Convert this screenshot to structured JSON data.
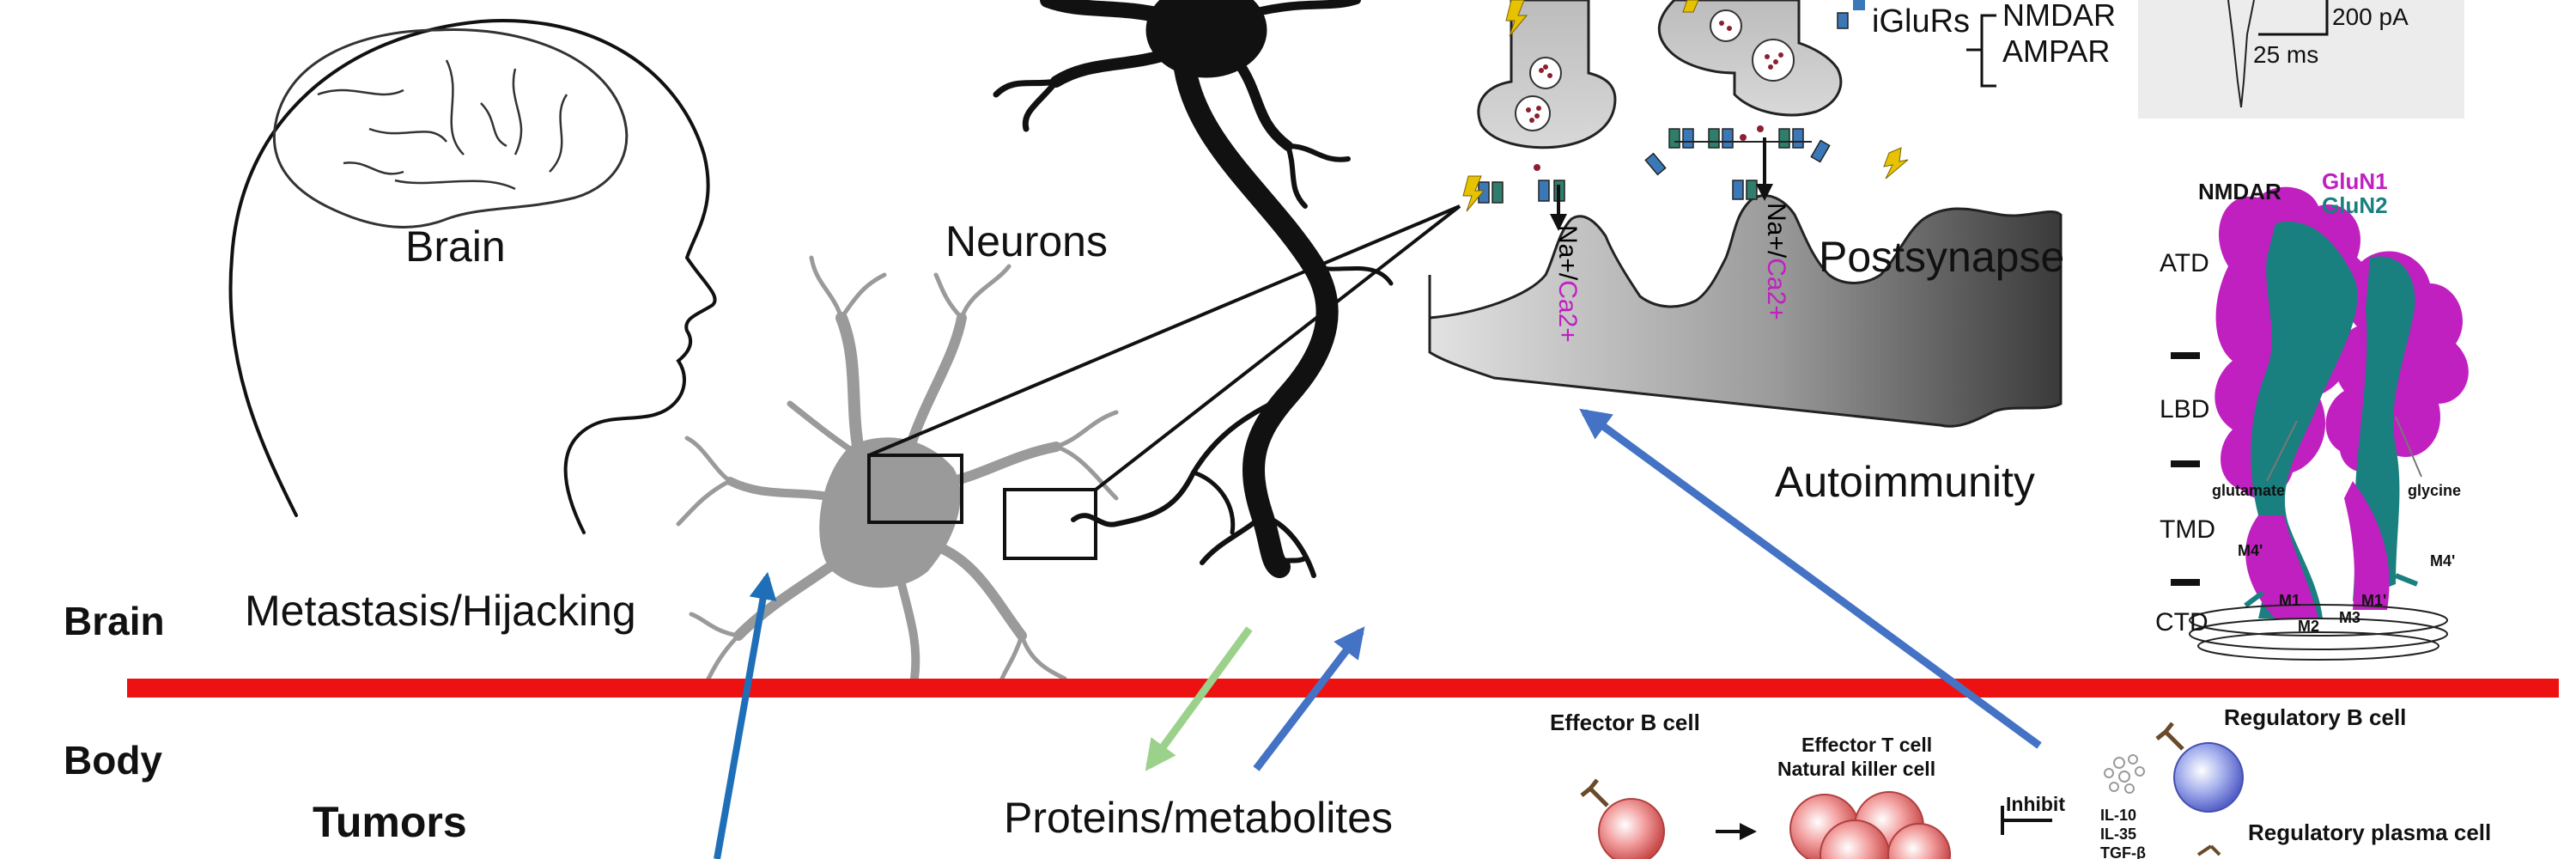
{
  "labels": {
    "brain": "Brain",
    "neurons": "Neurons",
    "postsynapse": "Postsynapse",
    "autoimmunity": "Autoimmunity",
    "metastasis": "Metastasis/Hijacking",
    "proteins": "Proteins/metabolites",
    "tumors": "Tumors",
    "section_brain": "Brain",
    "section_body": "Body"
  },
  "synapse": {
    "iglurs": "iGluRs",
    "nmdar": "NMDAR",
    "ampar": "AMPAR",
    "ion_left_na": "Na+/",
    "ion_left_ca": "Ca2+",
    "ion_right_na": "Na+/",
    "ion_right_ca": "Ca2+"
  },
  "trace": {
    "amplitude": "200 pA",
    "time": "25 ms"
  },
  "structure": {
    "title": "NMDAR",
    "subunit1": "GluN1",
    "subunit2": "GluN2",
    "domains": [
      "ATD",
      "LBD",
      "TMD",
      "CTD"
    ],
    "ligand1": "glutamate",
    "ligand2": "glycine",
    "m4_left": "M4'",
    "m4_right": "M4'",
    "m1_left": "M1",
    "m1_right": "M1'",
    "m2": "M2",
    "m3": "M3"
  },
  "immune": {
    "effector_b": "Effector B cell",
    "effector_t_1": "Effector T cell",
    "effector_t_2": "Natural killer cell",
    "inhibit": "Inhibit",
    "cytokine_1": "IL-10",
    "cytokine_2": "IL-35",
    "cytokine_3": "TGF-β",
    "regulatory_b": "Regulatory B cell",
    "regulatory_plasma": "Regulatory plasma cell"
  },
  "colors": {
    "divider": "#ee1111",
    "arrow_blue": "#4472c4",
    "arrow_green": "#9bd18a",
    "arrow_dark_blue": "#1f6fb8",
    "neuron": "#111111",
    "astrocyte": "#9a9a9a",
    "gluN1": "#c020c0",
    "gluN2": "#1a7f7f"
  }
}
